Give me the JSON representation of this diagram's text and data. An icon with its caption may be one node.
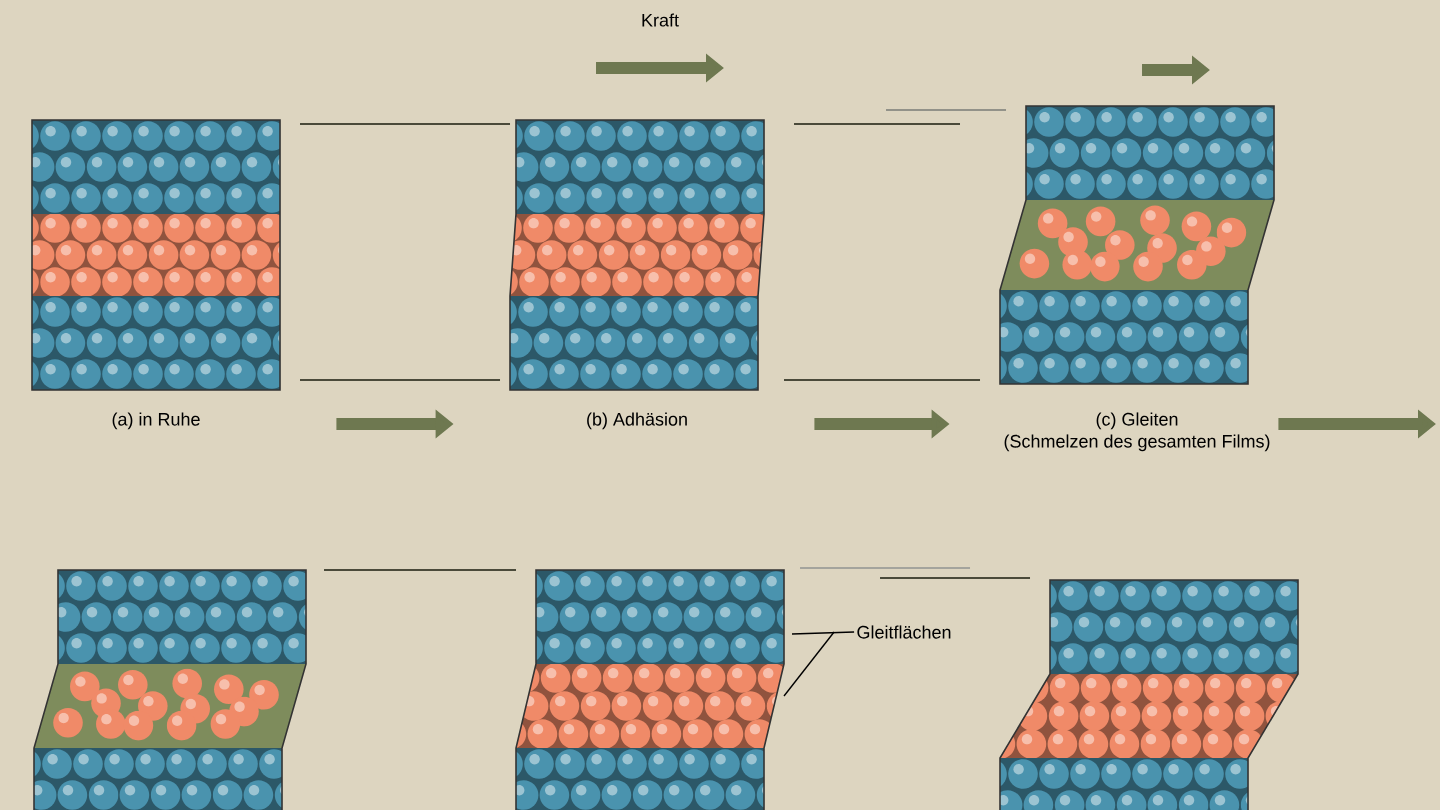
{
  "diagram": {
    "nodes": [
      {
        "text": [],
        "shape": "picture",
        "beside": [
          "(a) in Ruhe"
        ]
      },
      {
        "text": [],
        "shape": "picture",
        "beside": [
          "(b) Adhäsion"
        ]
      },
      {
        "text": [],
        "shape": "picture",
        "beside": [
          "(c) Gleiten",
          "(Schmelzen des gesamten Films)"
        ]
      },
      {
        "text": [],
        "shape": "picture"
      },
      {
        "text": [],
        "shape": "picture"
      },
      {
        "text": [],
        "shape": "picture"
      },
      {
        "text": [
          "Gleitflächen"
        ]
      }
    ],
    "edges": [
      {
        "from": 0,
        "to": 1,
        "arrow": "to"
      },
      {
        "from": 1,
        "to": 2,
        "arrow": "to"
      },
      {
        "from": 2,
        "to": null,
        "arrow": "to"
      },
      {
        "from": 6,
        "to": 4,
        "arrow": "none",
        "color": "#000000"
      },
      {
        "from": 6,
        "to": 4,
        "arrow": "none",
        "color": "#000000"
      }
    ],
    "labels": [
      "Kraft"
    ]
  }
}
